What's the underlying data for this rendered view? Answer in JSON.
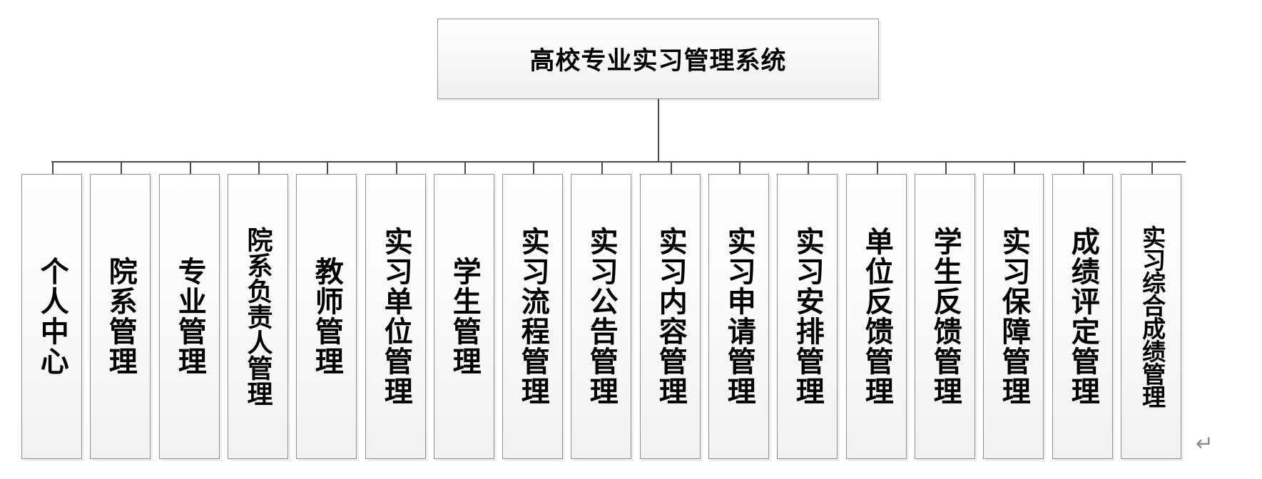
{
  "diagram": {
    "type": "tree",
    "orientation": "top-down",
    "root": {
      "label": "高校专业实习管理系统"
    },
    "children": [
      {
        "label": "个人中心",
        "chars": 4
      },
      {
        "label": "院系管理",
        "chars": 4
      },
      {
        "label": "专业管理",
        "chars": 4
      },
      {
        "label": "院系负责人管理",
        "chars": 7
      },
      {
        "label": "教师管理",
        "chars": 4
      },
      {
        "label": "实习单位管理",
        "chars": 6
      },
      {
        "label": "学生管理",
        "chars": 4
      },
      {
        "label": "实习流程管理",
        "chars": 6
      },
      {
        "label": "实习公告管理",
        "chars": 6
      },
      {
        "label": "实习内容管理",
        "chars": 6
      },
      {
        "label": "实习申请管理",
        "chars": 6
      },
      {
        "label": "实习安排管理",
        "chars": 6
      },
      {
        "label": "单位反馈管理",
        "chars": 6
      },
      {
        "label": "学生反馈管理",
        "chars": 6
      },
      {
        "label": "实习保障管理",
        "chars": 6
      },
      {
        "label": "成绩评定管理",
        "chars": 6
      },
      {
        "label": "实习综合成绩管理",
        "chars": 8
      }
    ],
    "marks": {
      "paragraph_return": "↵"
    },
    "colors": {
      "node_border": "#8f8f8f",
      "node_fill_top": "#ffffff",
      "node_fill_bottom": "#f1f1f1",
      "connector": "#4a4a4a",
      "text": "#000000",
      "background": "#ffffff"
    }
  }
}
